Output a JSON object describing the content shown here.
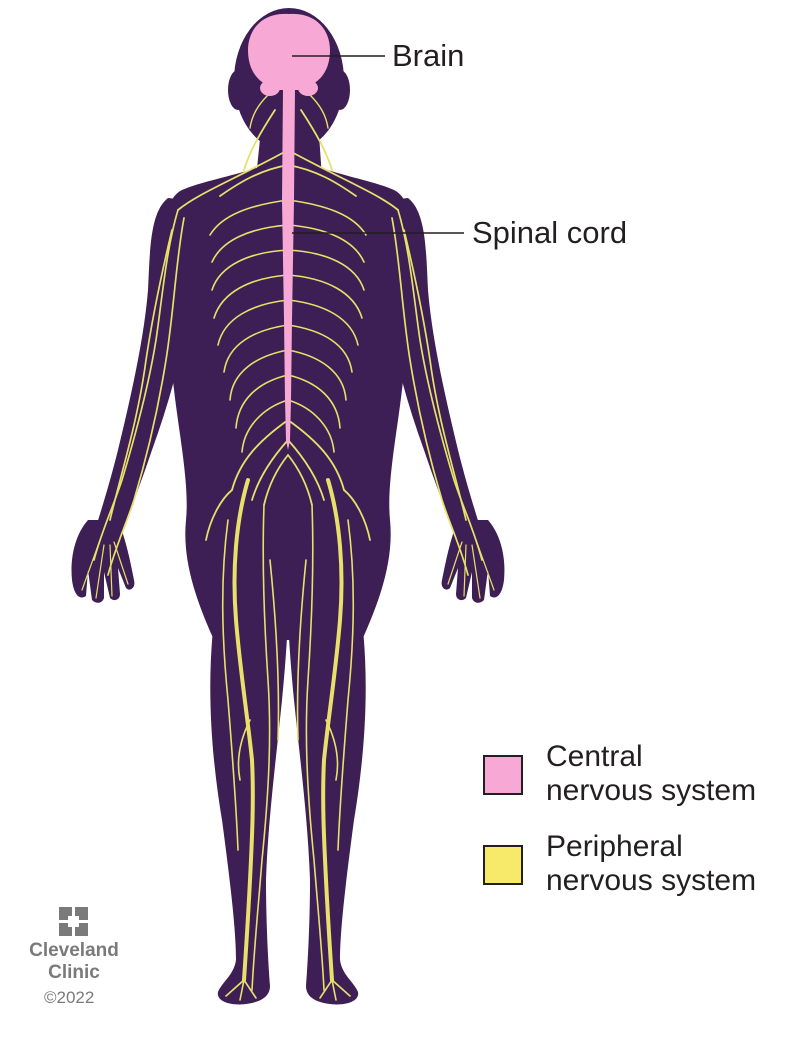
{
  "callouts": {
    "brain": "Brain",
    "spinal_cord": "Spinal cord"
  },
  "legend": {
    "central": {
      "line1": "Central",
      "line2": "nervous system",
      "color": "#f7a8d4"
    },
    "peripheral": {
      "line1": "Peripheral",
      "line2": "nervous system",
      "color": "#f7e96a"
    }
  },
  "colors": {
    "body": "#3d1f55",
    "nerves": "#e8e06a",
    "cns": "#f7a8d4",
    "brand": "#7a7a7a"
  },
  "branding": {
    "logo_icon": "cleveland-clinic-cross-icon",
    "line1": "Cleveland",
    "line2": "Clinic",
    "copyright": "©2022"
  }
}
